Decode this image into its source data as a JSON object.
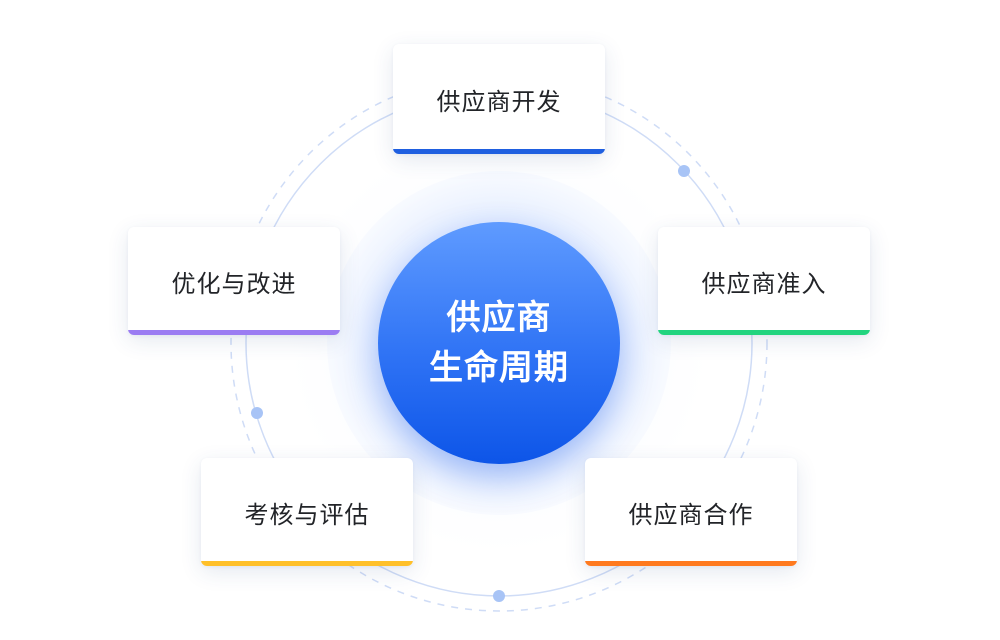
{
  "center": {
    "line1": "供应商",
    "line2": "生命周期"
  },
  "stages": [
    {
      "label": "供应商开发",
      "accent": "#1f5fe0"
    },
    {
      "label": "供应商准入",
      "accent": "#22d47f"
    },
    {
      "label": "供应商合作",
      "accent": "#ff7a1f"
    },
    {
      "label": "考核与评估",
      "accent": "#ffc02a"
    },
    {
      "label": "优化与改进",
      "accent": "#9b7cf2"
    }
  ],
  "colors": {
    "center_gradient_top": "#5f9bff",
    "center_gradient_bottom": "#0d55e8",
    "ring_stroke": "#c9d9f7",
    "ring_dot": "#a8c4f6"
  }
}
